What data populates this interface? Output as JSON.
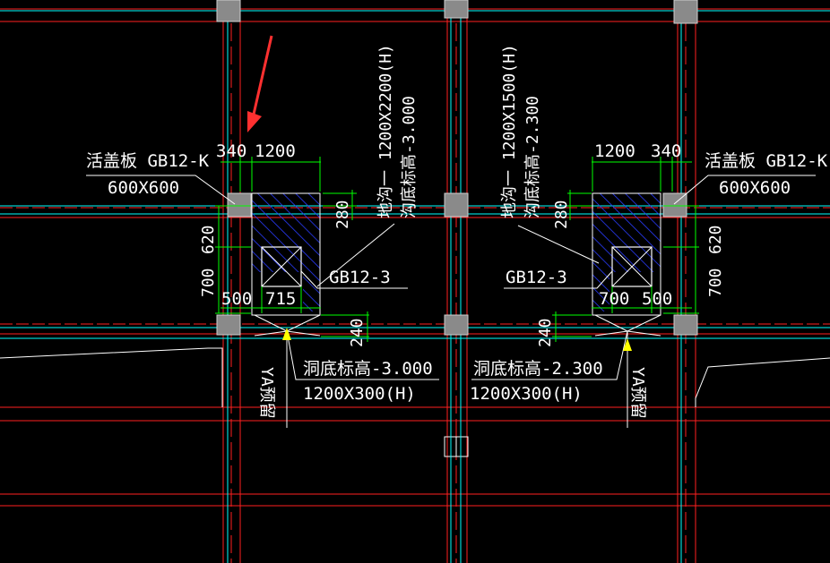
{
  "drawing": {
    "dims_left": {
      "d340": "340",
      "d1200": "1200",
      "d620": "620",
      "d700": "700",
      "d500": "500",
      "d715": "715",
      "d280": "280",
      "d240": "240"
    },
    "dims_right": {
      "d1200": "1200",
      "d340": "340",
      "d620": "620",
      "d700": "700",
      "d500": "500",
      "d280": "280",
      "d240": "240"
    },
    "left_cover_label": "活盖板 GB12-K",
    "left_cover_size": "600X600",
    "right_cover_label": "活盖板 GB12-K",
    "right_cover_size": "600X600",
    "left_pit_label": "GB12-3",
    "right_pit_label": "GB12-3",
    "left_vertical_note_1": "地沟一  1200X2200(H)",
    "left_vertical_note_2": "沟底标高-3.000",
    "right_vertical_note_1": "地沟一  1200X1500(H)",
    "right_vertical_note_2": "沟底标高-2.300",
    "left_hole_label": "洞底标高-3.000",
    "left_hole_size": "1200X300(H)",
    "right_hole_label": "洞底标高-2.300",
    "right_hole_size": "1200X300(H)",
    "left_ya_label": "YA预留",
    "right_ya_label": "YA预留",
    "colors": {
      "background": "#000000",
      "grid_red": "#ff2020",
      "dim_green": "#00ff00",
      "cyan": "#00ffff",
      "hatch_blue": "#2233ff",
      "arrow_red": "#ff3030",
      "column_gray": "#8a8a8a",
      "marker_yellow": "#ffff00"
    }
  }
}
